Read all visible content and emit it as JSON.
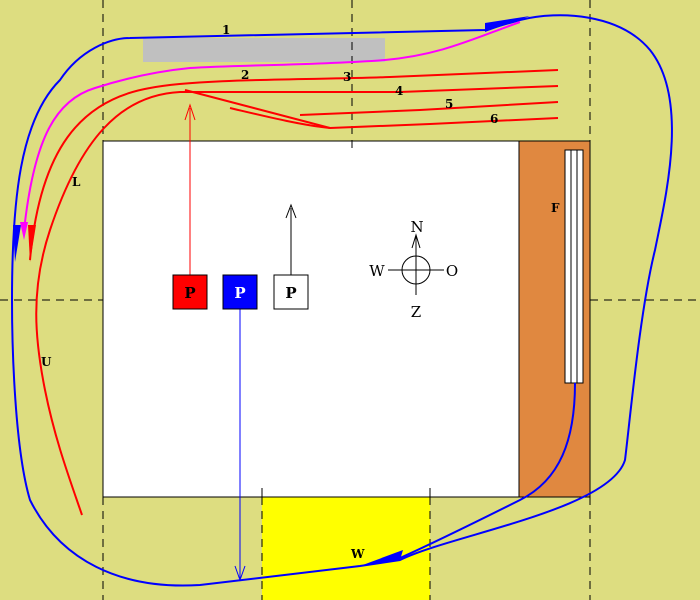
{
  "colors": {
    "background": "#dddd80",
    "room": "#ffffff",
    "loop_track": "#0000ff",
    "siding_track": "#ff0000",
    "transition_track": "#ff00ff",
    "platform": "#c0c0c0",
    "workbench": "#e08840",
    "yellow_zone": "#ffff00"
  },
  "track_labels": {
    "t1": "1",
    "t2": "2",
    "t3": "3",
    "t4": "4",
    "t5": "5",
    "t6": "6",
    "l": "L",
    "u": "U",
    "f": "F",
    "w": "W"
  },
  "panels": {
    "red": "P",
    "blue": "P",
    "white": "P"
  },
  "compass": {
    "north": "N",
    "south": "Z",
    "west": "W",
    "east": "O"
  }
}
